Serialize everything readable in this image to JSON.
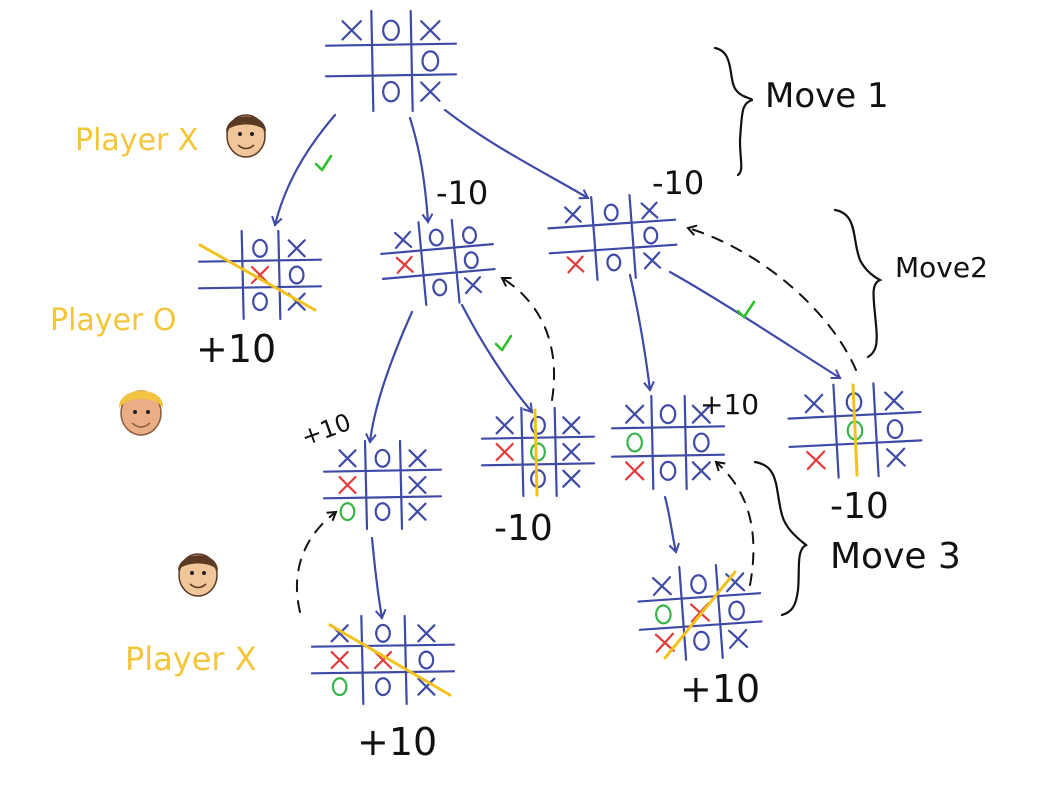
{
  "labels": {
    "player_x_top": "Player X",
    "player_o": "Player O",
    "player_x_bottom": "Player X",
    "move1": "Move 1",
    "move2": "Move2",
    "move3": "Move 3"
  },
  "scores": {
    "b1": "+10",
    "b2": "-10",
    "b3": "-10",
    "c1": "+10",
    "c2": "-10",
    "c3": "+10",
    "c4": "-10",
    "d1": "+10",
    "d2": "+10"
  },
  "icons": [
    "check-icon",
    "boy-face-icon",
    "blond-face-icon"
  ],
  "colors": {
    "ink": "#3f4aa6",
    "x_red": "#e23a3a",
    "o_green": "#37b54a",
    "win_line": "#f2c21c",
    "check": "#2ec02e",
    "label_yellow": "#f3c63a"
  },
  "boards": {
    "root": [
      "X",
      "O",
      "X",
      "",
      "",
      "O",
      "",
      "O",
      "X"
    ],
    "b1": [
      "",
      "O",
      "X",
      "",
      "X",
      "O",
      "",
      "O",
      "X"
    ],
    "b2": [
      "X",
      "O",
      "O",
      "X",
      "",
      "O",
      "",
      "O",
      "X"
    ],
    "b3": [
      "X",
      "O",
      "X",
      "",
      "",
      "O",
      "X",
      "O",
      "X"
    ],
    "c1": [
      "X",
      "O",
      "X",
      "X",
      "",
      "X",
      "O",
      "O",
      "X"
    ],
    "c2": [
      "X",
      "O",
      "X",
      "X",
      "O",
      "X",
      "",
      "O",
      "X"
    ],
    "c3": [
      "X",
      "O",
      "X",
      "O",
      "",
      "O",
      "X",
      "O",
      "X"
    ],
    "c4": [
      "X",
      "O",
      "X",
      "",
      "O",
      "O",
      "X",
      "",
      "X"
    ],
    "d1": [
      "X",
      "O",
      "X",
      "X",
      "X",
      "O",
      "O",
      "O",
      "X"
    ],
    "d2": [
      "X",
      "O",
      "X",
      "O",
      "X",
      "O",
      "X",
      "O",
      "X"
    ]
  }
}
